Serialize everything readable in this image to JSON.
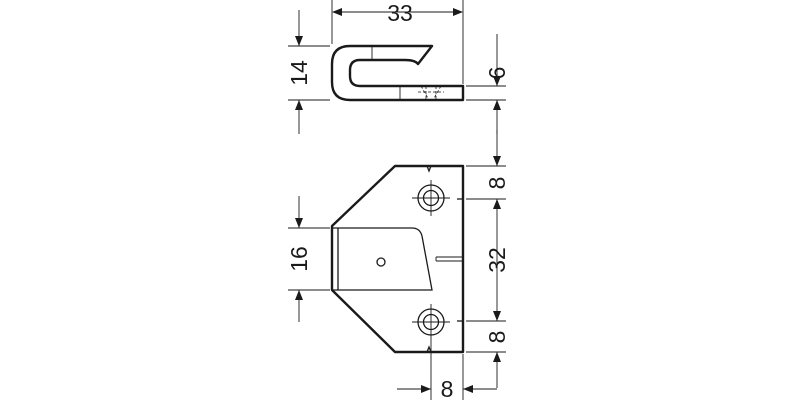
{
  "dimensions": {
    "top_width": "33",
    "side_height": "14",
    "slot_height": "6",
    "top_margin": "8",
    "hole_spacing": "32",
    "bottom_margin": "8",
    "tongue_height": "16",
    "bottom_width": "8"
  },
  "colors": {
    "line": "#1a1a1a",
    "background": "#ffffff"
  }
}
